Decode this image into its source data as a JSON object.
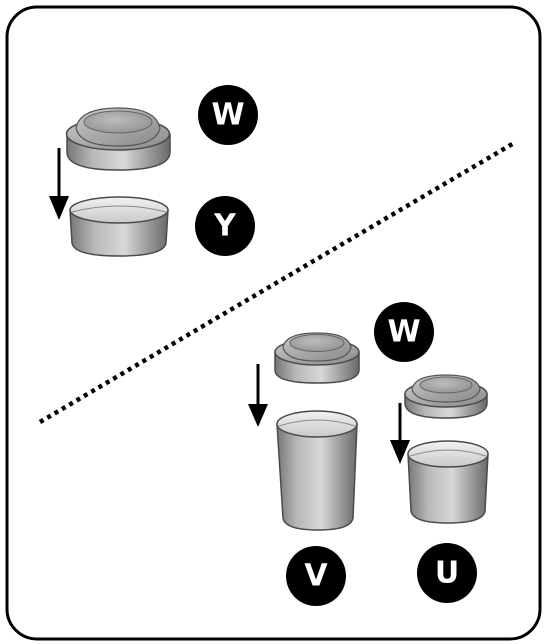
{
  "labels": {
    "top_cap": "W",
    "top_base": "Y",
    "bottom_cap": "W",
    "tall_jar": "V",
    "short_jar": "U"
  },
  "colors": {
    "frame": "#000000",
    "badge": "#000000",
    "badge_text": "#ffffff",
    "metal_light": "#d6d6d6",
    "metal_mid": "#a4a4a4",
    "metal_dark": "#6e6e6e"
  },
  "icons": {
    "arrows": "down-arrow-icon",
    "divider": "dotted-divider-line"
  }
}
